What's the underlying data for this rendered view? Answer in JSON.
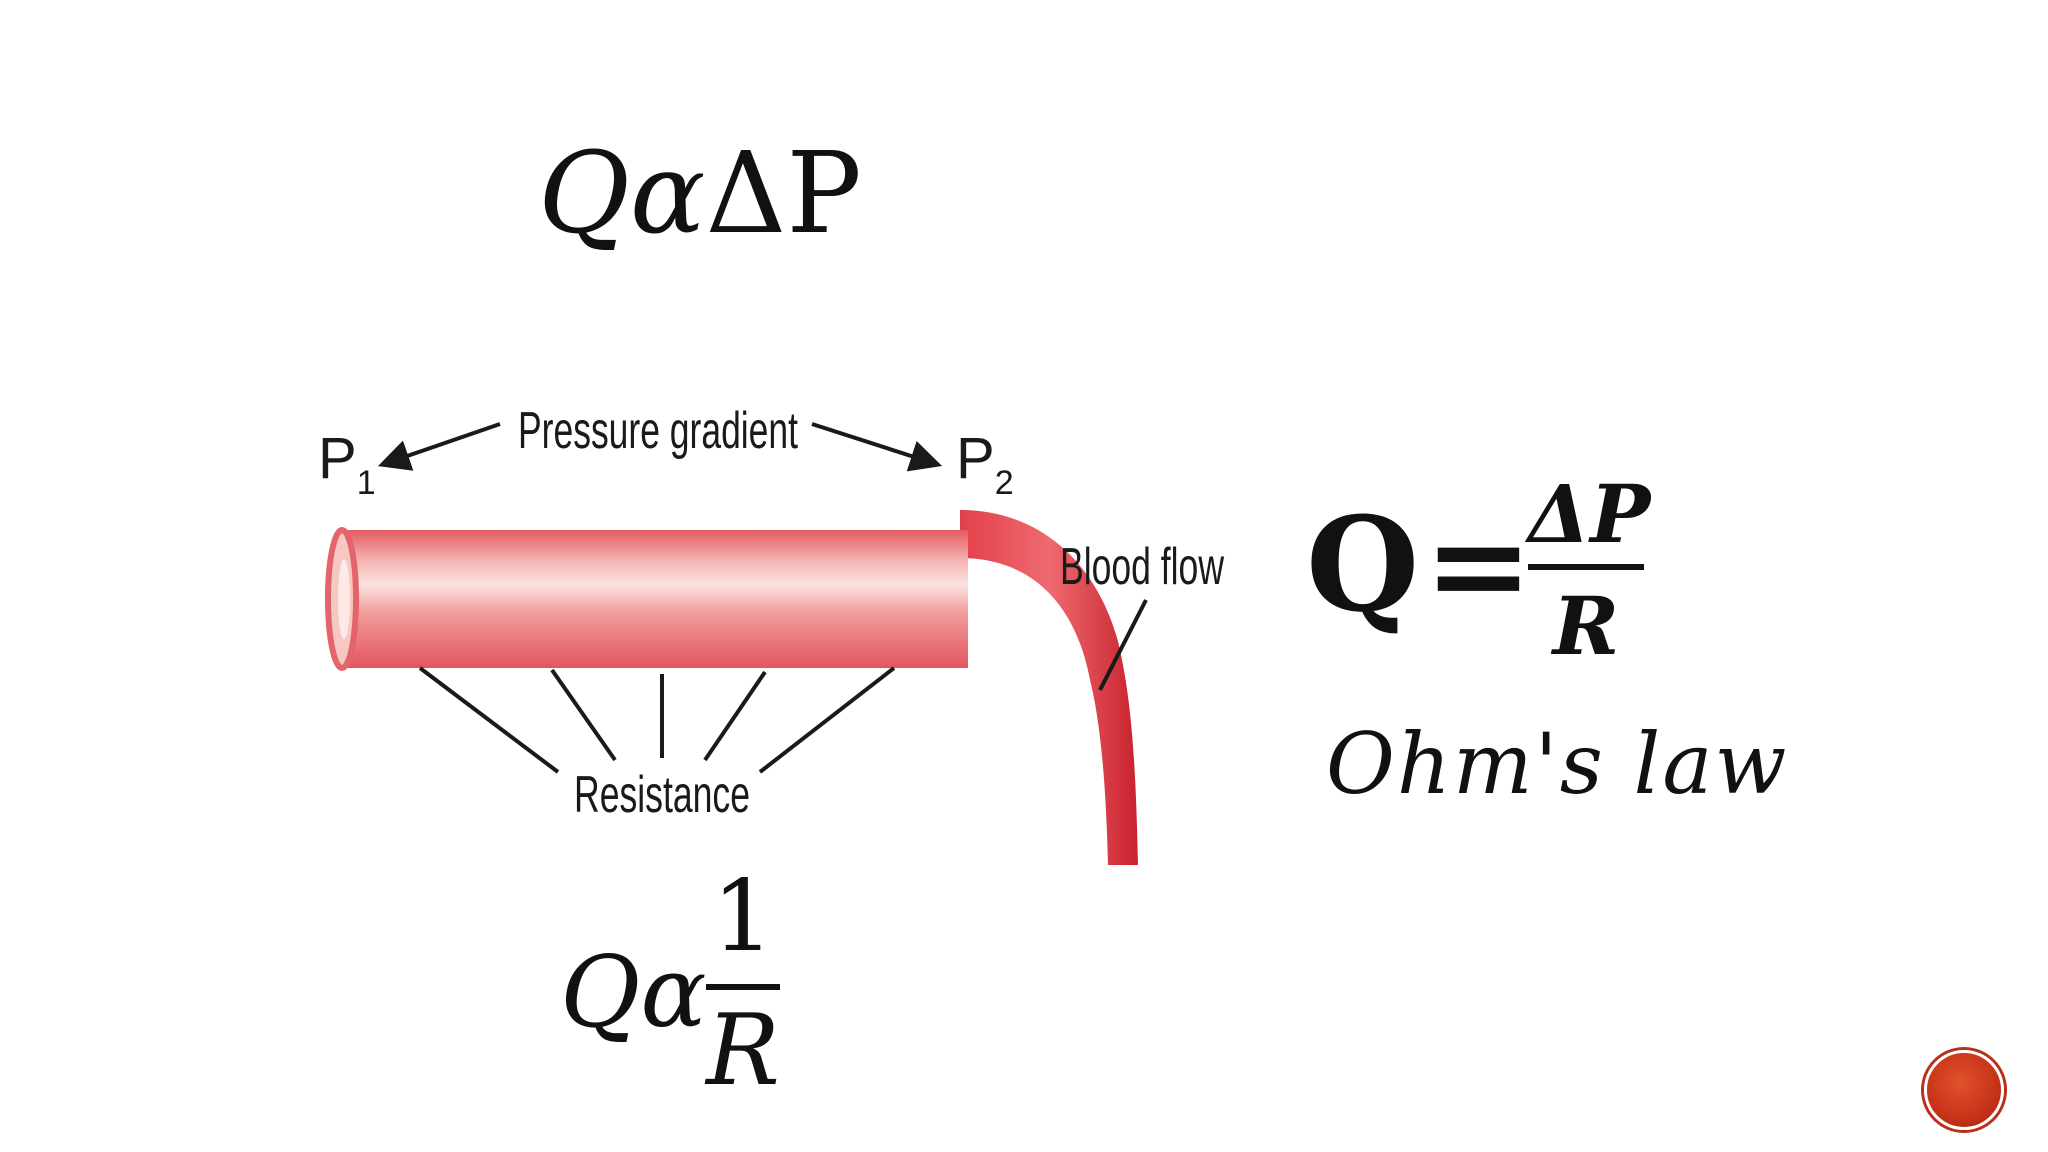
{
  "slide": {
    "proportional_pressure": {
      "q": "Q",
      "alpha": "α",
      "delta_p": "ΔP"
    },
    "proportional_resistance": {
      "q": "Q",
      "alpha": "α",
      "numerator": "1",
      "denominator": "R"
    },
    "ohms_law_equation": {
      "q": "Q",
      "equals": "=",
      "numerator": "ΔP",
      "denominator": "R"
    },
    "ohms_law_label": "Ohm's law"
  },
  "diagram": {
    "pressure_gradient_label": "Pressure gradient",
    "p1_label": "P",
    "p1_subscript": "1",
    "p2_label": "P",
    "p2_subscript": "2",
    "blood_flow_label": "Blood flow",
    "resistance_label": "Resistance",
    "vessel_color": "#e8606a",
    "vessel_highlight_color": "#f7c5c2",
    "vessel_dark_color": "#d8313c"
  }
}
